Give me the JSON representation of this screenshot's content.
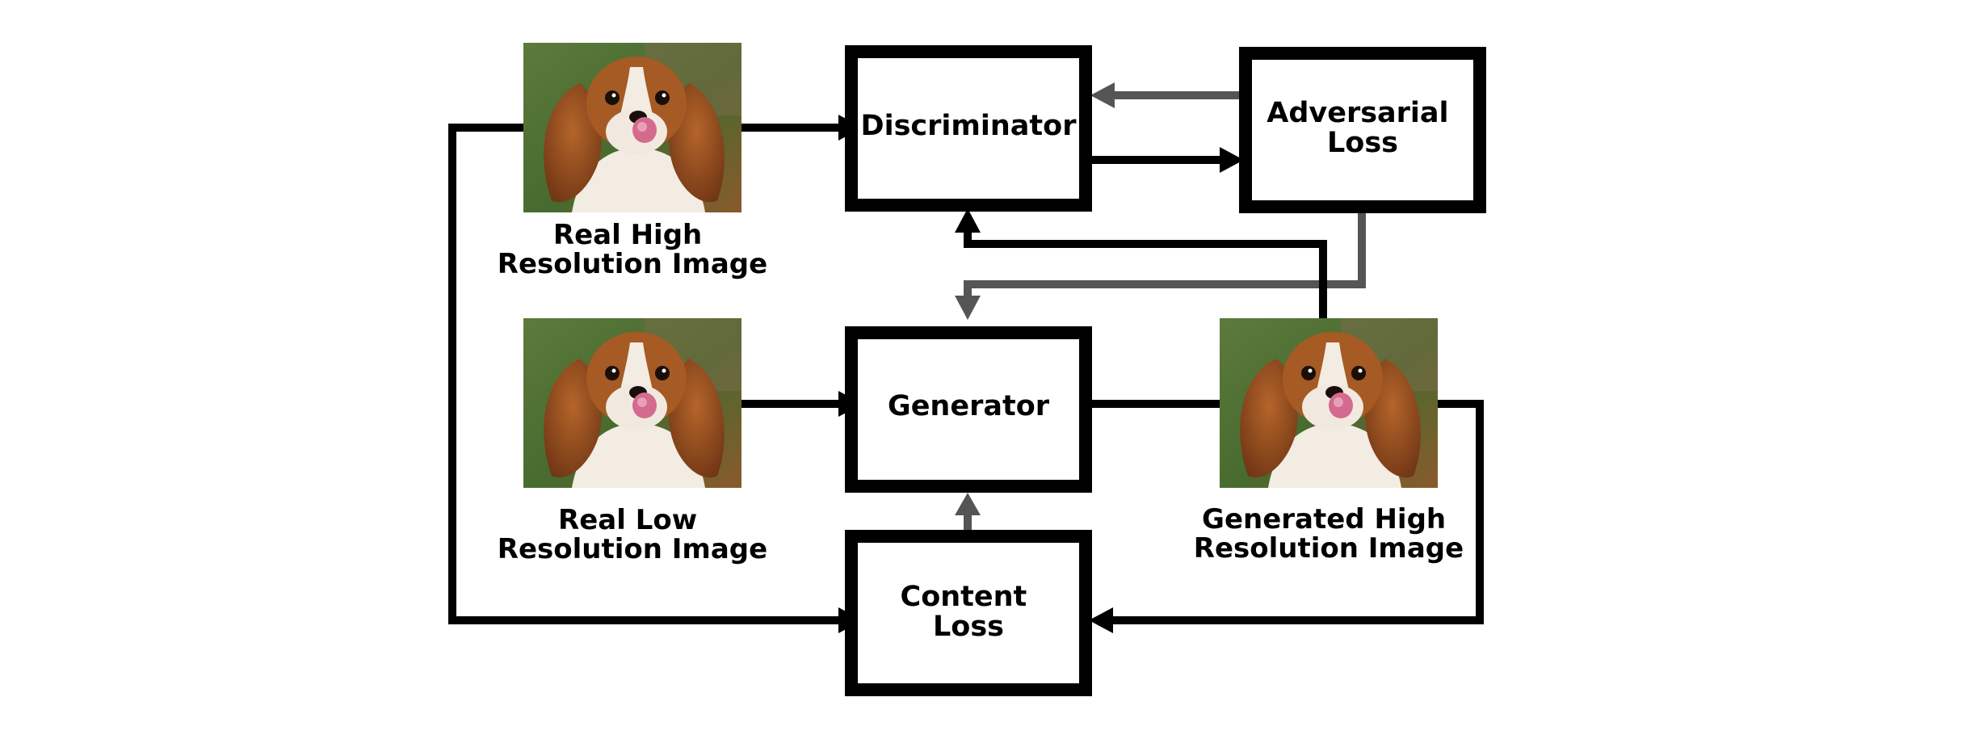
{
  "boxes": {
    "discriminator": "Discriminator",
    "adversarial_loss": [
      "Adversarial",
      "Loss"
    ],
    "generator": "Generator",
    "content_loss": [
      "Content",
      "Loss"
    ]
  },
  "images": {
    "real_high": {
      "caption": [
        "Real High",
        "Resolution Image"
      ],
      "icon": "dog-photo"
    },
    "real_low": {
      "caption": [
        "Real Low",
        "Resolution Image"
      ],
      "icon": "dog-photo"
    },
    "generated_high": {
      "caption": [
        "Generated High",
        "Resolution Image"
      ],
      "icon": "dog-photo"
    }
  },
  "colors": {
    "primary_arrow": "#000000",
    "feedback_arrow": "#555555"
  }
}
